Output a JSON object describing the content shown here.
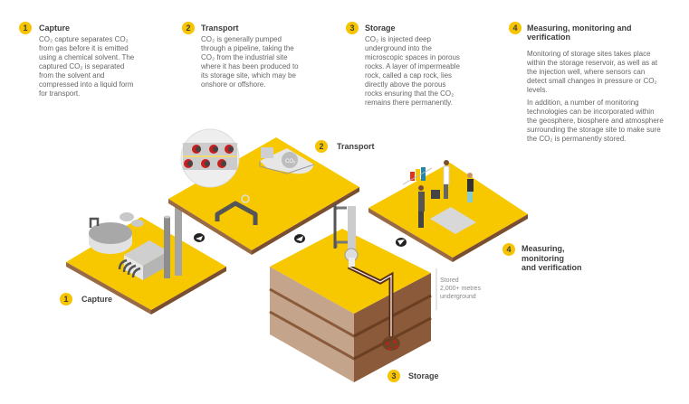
{
  "colors": {
    "accent": "#f6c400",
    "platform": "#f7c800",
    "earth": "#c4a58c",
    "earth_dark": "#8a5a3a"
  },
  "steps": [
    {
      "number": "1",
      "title": "Capture",
      "paragraphs": [
        [
          "CO₂ capture separates CO₂",
          "from gas before it is emitted",
          "using a chemical solvent. The",
          "captured CO₂ is separated",
          "from the solvent and",
          "compressed into a liquid form",
          "for transport."
        ]
      ]
    },
    {
      "number": "2",
      "title": "Transport",
      "paragraphs": [
        [
          "CO₂ is generally pumped",
          "through a pipeline, taking the",
          "CO₂ from the industrial site",
          "where it has been produced to",
          "its storage site, which may be",
          "onshore or offshore."
        ]
      ]
    },
    {
      "number": "3",
      "title": "Storage",
      "paragraphs": [
        [
          "CO₂ is injected deep",
          "underground into the",
          "microscopic spaces in porous",
          "rocks. A layer of impermeable",
          "rock, called a cap rock, lies",
          "directly above the porous",
          "rocks ensuring that the CO₂",
          "remains there permanently."
        ]
      ]
    },
    {
      "number": "4",
      "title_lines": [
        "Measuring, monitoring and",
        "verification"
      ],
      "paragraphs": [
        [
          "Monitoring of storage sites takes place",
          "within the storage reservoir, as well as at",
          "the injection well, where sensors can",
          "detect small changes in pressure or CO₂",
          "levels."
        ],
        [
          "In addition, a number of monitoring",
          "technologies can be incorporated within",
          "the geosphere, biosphere and atmosphere",
          "surrounding the storage site to make sure",
          "the CO₂ is permanently stored."
        ]
      ]
    }
  ],
  "diagram": {
    "capture": {
      "number": "1",
      "label": "Capture"
    },
    "transport": {
      "number": "2",
      "label": "Transport"
    },
    "storage": {
      "number": "3",
      "label": "Storage"
    },
    "measuring": {
      "number": "4",
      "label_lines": [
        "Measuring,",
        "monitoring",
        "and verification"
      ]
    },
    "depth_note": [
      "Stored",
      "2,000+ metres",
      "underground"
    ],
    "ship_label": "CO₂"
  }
}
